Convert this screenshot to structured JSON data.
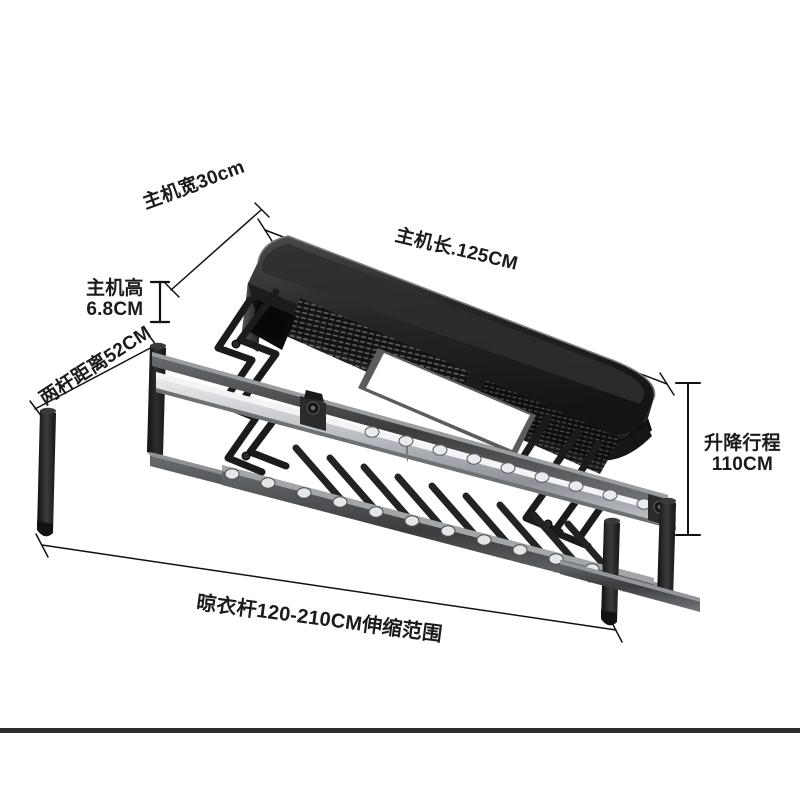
{
  "product": {
    "type": "ceiling-mounted electric clothes drying rack",
    "view": "isometric technical dimension diagram"
  },
  "dimensions": {
    "host_width": {
      "label": "主机宽30cm",
      "value": 30,
      "unit": "cm",
      "meaning": "main unit width"
    },
    "host_length": {
      "label": "主机长.125CM",
      "value": 125,
      "unit": "CM",
      "meaning": "main unit length"
    },
    "host_height": {
      "label_line1": "主机高",
      "label_line2": "6.8CM",
      "value": 6.8,
      "unit": "CM",
      "meaning": "main unit height"
    },
    "pole_gap": {
      "label": "两杆距离52CM",
      "value": 52,
      "unit": "CM",
      "meaning": "distance between the two rods"
    },
    "lift_travel": {
      "label_line1": "升降行程",
      "label_line2": "110CM",
      "value": 110,
      "unit": "CM",
      "meaning": "lifting stroke"
    },
    "rod_range": {
      "label": "晾衣杆120-210CM伸缩范围",
      "min": 120,
      "max": 210,
      "unit": "CM",
      "meaning": "drying rod telescopic range"
    }
  },
  "colors": {
    "body_dark": "#1a1a1a",
    "body_mid": "#3a3a3a",
    "body_edge": "#6e6e6e",
    "rod_light": "#c9cbcd",
    "rod_mid": "#9a9da0",
    "post_dark": "#242424",
    "led_panel": "#fdfdfd",
    "dimension_line": "#111111",
    "text": "#1b1b1b",
    "background": "#ffffff",
    "bottom_bar": "#2b2d30"
  },
  "parts": {
    "main_housing": "main-unit-housing",
    "vent_grille": "ventilation-grille",
    "led_panel": "led-light-panel",
    "scissor_left": "scissor-lift-arm-left",
    "scissor_right": "scissor-lift-arm-right",
    "rod_front": "drying-rod-front",
    "rod_rear": "drying-rod-rear",
    "cross_rungs": "cross-rung-bars",
    "hook_knobs": "hanger-hook-knobs",
    "end_post_left": "end-post-left",
    "end_post_right": "end-post-right"
  }
}
